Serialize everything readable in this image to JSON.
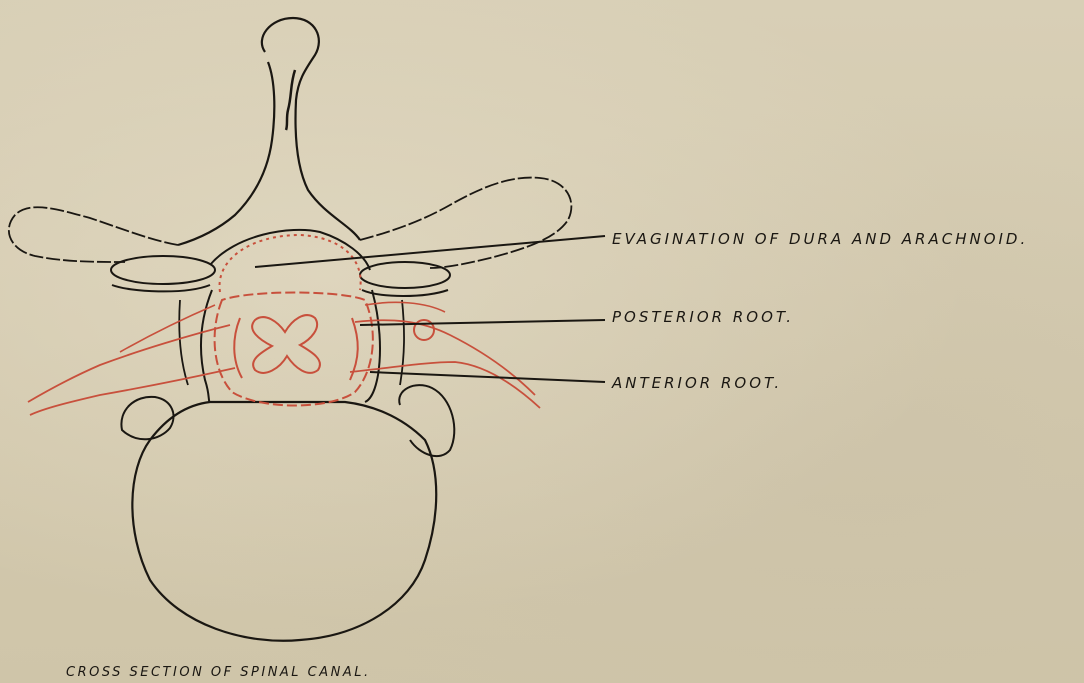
{
  "colors": {
    "paper": "#d6cdb4",
    "ink": "#1a1712",
    "red_ink": "#c8503c"
  },
  "labels": {
    "evagination": "EVAGINATION OF DURA AND ARACHNOID.",
    "posterior_root": "POSTERIOR ROOT.",
    "anterior_root": "ANTERIOR ROOT."
  },
  "caption": "CROSS SECTION OF SPINAL CANAL."
}
